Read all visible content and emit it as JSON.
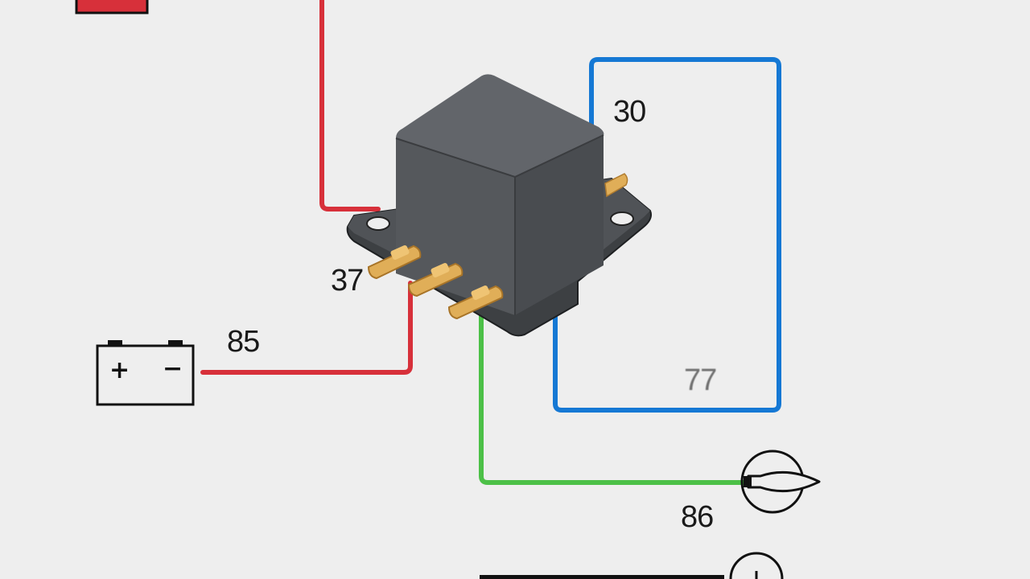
{
  "labels": {
    "pin_30": "30",
    "pin_37": "37",
    "pin_85": "85",
    "pin_86": "86",
    "pin_87": "77"
  },
  "battery": {
    "positive": "+",
    "negative": "−"
  },
  "colors": {
    "background": "#eeeeee",
    "red_wire": "#d7303a",
    "blue_wire": "#1578d4",
    "green_wire": "#4cc047",
    "relay_body": "#55585c",
    "terminal": "#e0ae58"
  },
  "icons": [
    "relay-icon",
    "battery-icon",
    "bulb-icon",
    "fuse-icon",
    "ground-icon"
  ]
}
